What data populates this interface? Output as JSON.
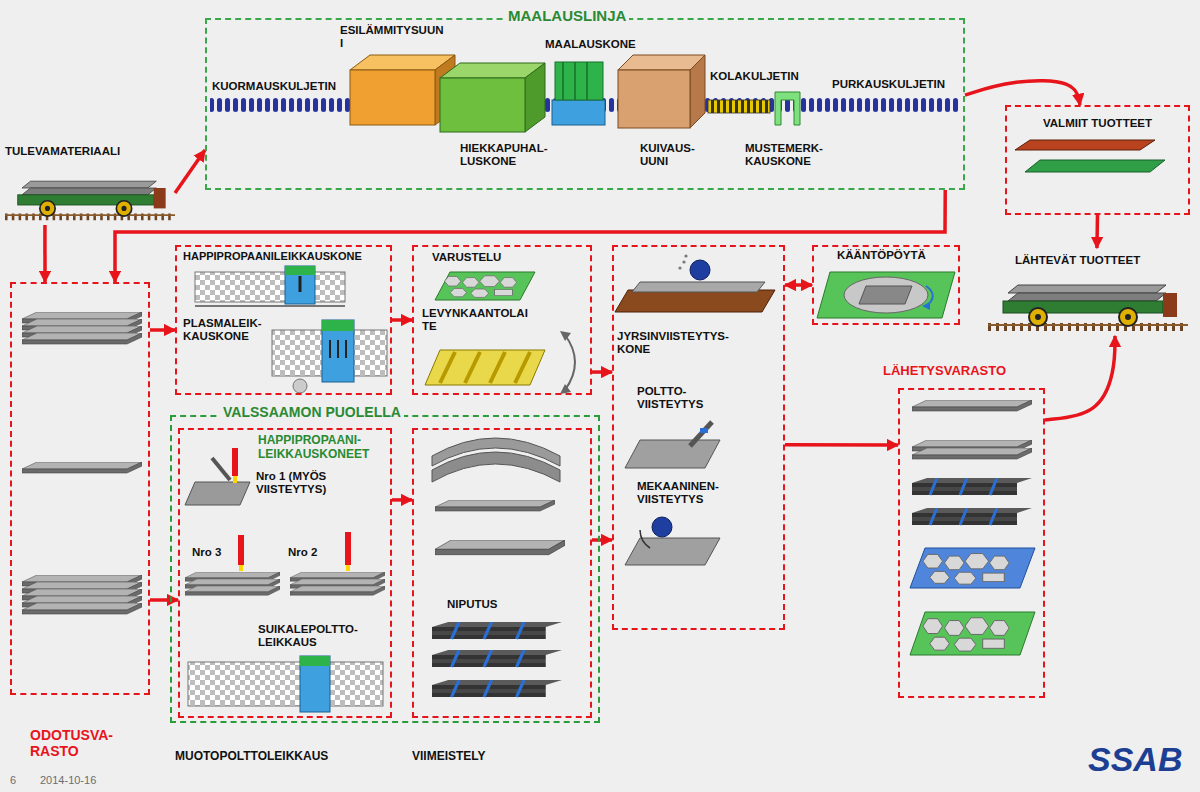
{
  "diagram": {
    "nodes": [
      {
        "text": [
          "TULEVAMATERIAALI"
        ]
      },
      {
        "text": [
          "MAALAUSLINJA"
        ]
      },
      {
        "text": [
          "VALMIIT TUOTTEET"
        ]
      },
      {
        "text": [
          "LÄHTEVÄT TUOTTEET"
        ]
      },
      {
        "text": [
          "ODOTUSVA- RASTO"
        ]
      },
      {
        "text": [
          "HAPPIPROPAANILEIKKAUSKONE",
          "PLASMALEIK- KAUSKONE"
        ]
      },
      {
        "text": [
          "VALSSAAMON PUOLELLA"
        ]
      },
      {
        "text": [
          "HAPPIPROPAANI- LEIKKAUSKONEET",
          "Nro 1 (MYÖS VIISTEYTYS)",
          "Nro 3",
          "Nro 2",
          "SUIKALEPOLTTO- LEIKKAUS"
        ],
        "in": 6
      },
      {
        "text": [
          "VARUSTELU",
          "LEVYNKAANTOLAI TE"
        ]
      },
      {
        "text": [
          "NIPUTUS"
        ],
        "in": 6
      },
      {
        "text": [
          "JYRSINVIISTEYTYS- KONE",
          "POLTTO- VIISTEYTYS",
          "MEKAANINEN- VIISTEYTYS"
        ]
      },
      {
        "text": [
          "KÄÄNTÖPÖYTÄ"
        ]
      },
      {
        "text": [
          "LÄHETYSVARASTO"
        ]
      }
    ],
    "edges": [
      {
        "from": 0,
        "to": 1,
        "arrow": "to"
      },
      {
        "from": 1,
        "to": 2,
        "arrow": "to"
      },
      {
        "from": 1,
        "to": 4,
        "arrow": "to"
      },
      {
        "from": 0,
        "to": 4,
        "arrow": "to"
      },
      {
        "from": 4,
        "to": 5,
        "arrow": "to"
      },
      {
        "from": 4,
        "to": 7,
        "arrow": "to"
      },
      {
        "from": 5,
        "to": 8,
        "arrow": "to"
      },
      {
        "from": 7,
        "to": 9,
        "arrow": "to"
      },
      {
        "from": 8,
        "to": 10,
        "arrow": "to"
      },
      {
        "from": 9,
        "to": 10,
        "arrow": "to"
      },
      {
        "from": 10,
        "to": 11,
        "arrow": "both"
      },
      {
        "from": 10,
        "to": 12,
        "arrow": "to"
      },
      {
        "from": 2,
        "to": 3,
        "arrow": "to"
      },
      {
        "from": 12,
        "to": 3,
        "arrow": "to"
      }
    ],
    "labels": [
      "KUORMAUSKULJETIN",
      "ESILÄMMITYSUUN I",
      "HIEKKAPUHAL- LUSKONE",
      "MAALAUSKONE",
      "KUIVAUS- UUNI",
      "KOLAKULJETIN",
      "MUSTEMERK- KAUSKONE",
      "PURKAUSKULJETIN",
      "MUOTOPOLTTOLEIKKAUS",
      "VIIMEISTELY",
      "6",
      "2014-10-16",
      "SSAB"
    ]
  }
}
